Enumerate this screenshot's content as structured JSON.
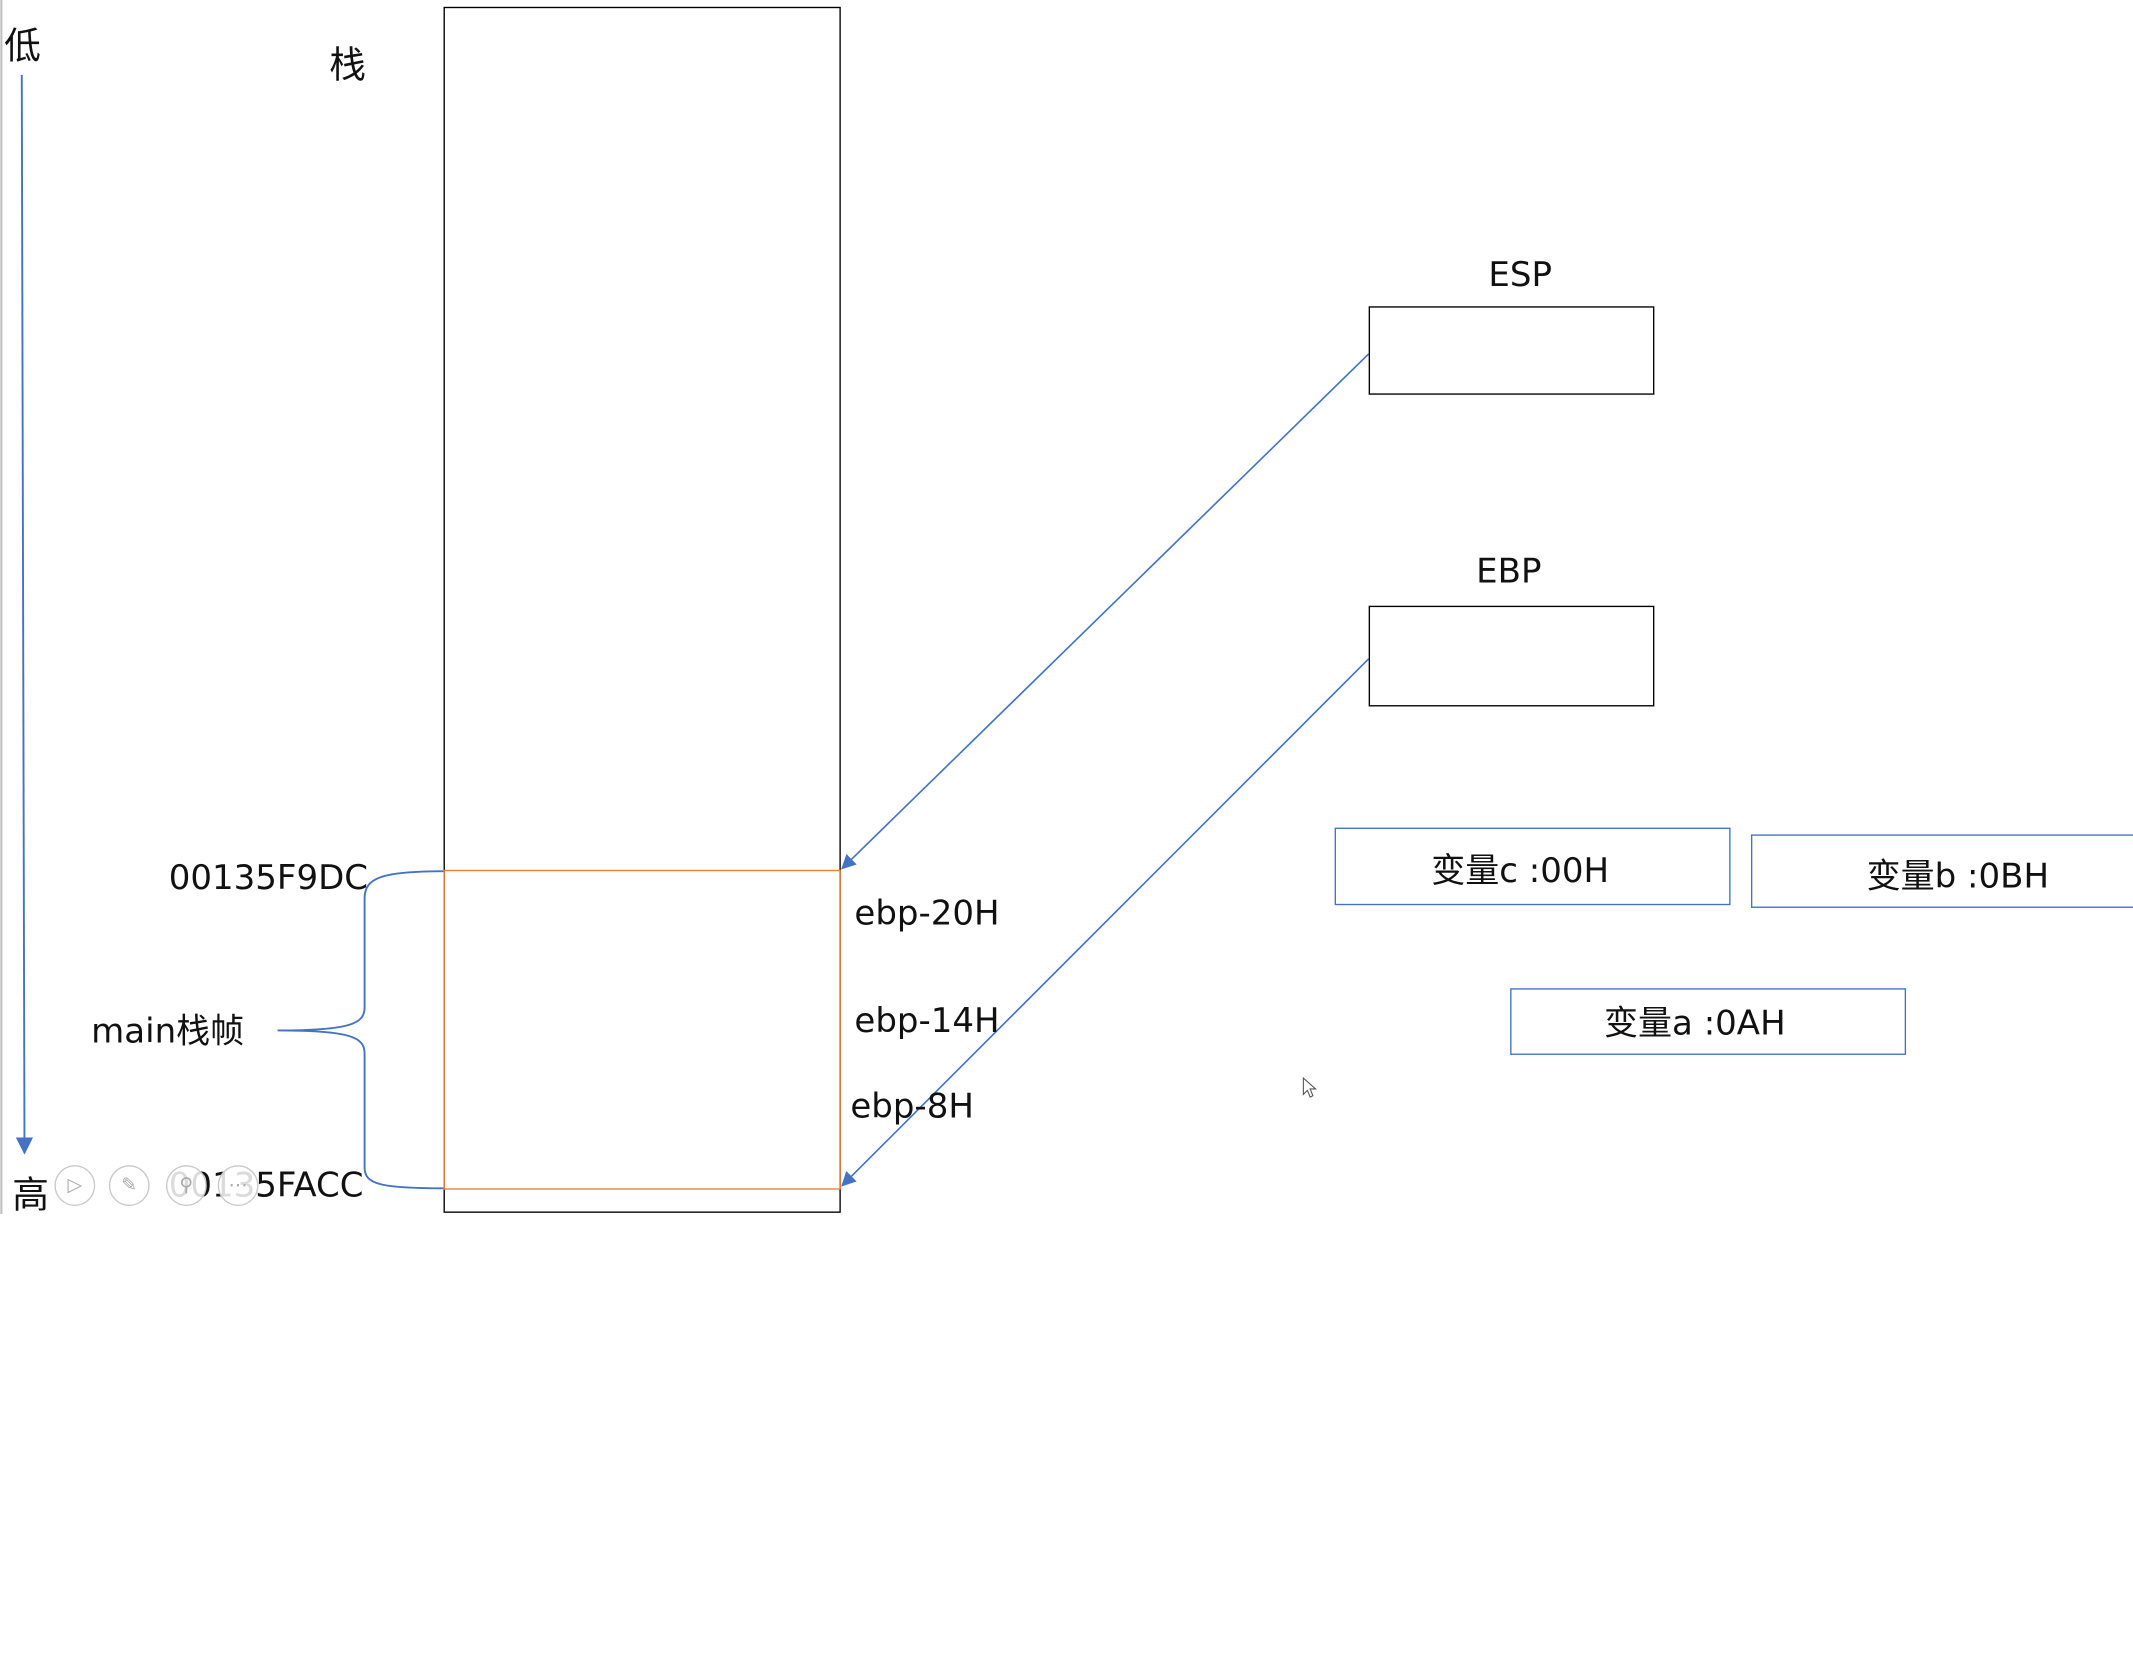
{
  "labels": {
    "low": "低",
    "high": "高",
    "stack": "栈",
    "addr_top": "00135F9DC",
    "addr_bottom": "00135FACC",
    "main_frame": "main栈帧",
    "ebp_20": "ebp-20H",
    "ebp_14": "ebp-14H",
    "ebp_8": "ebp-8H",
    "esp": "ESP",
    "ebp": "EBP"
  },
  "variables": {
    "c": "变量c :00H",
    "b": "变量b :0BH",
    "a": "变量a :0AH"
  },
  "colors": {
    "stack_border": "#000000",
    "frame_border": "#ED7D31",
    "arrow": "#4472C4",
    "var_border": "#4472C4"
  },
  "slideshow_controls": [
    "play-icon",
    "pen-icon",
    "zoom-icon",
    "more-icon"
  ]
}
